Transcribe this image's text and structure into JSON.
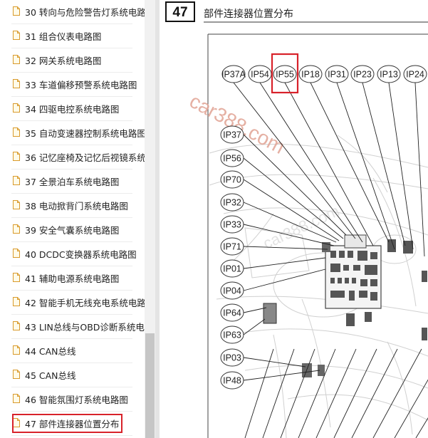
{
  "sidebar": {
    "items": [
      {
        "label": "30 转向与危险警告灯系统电路"
      },
      {
        "label": "31 组合仪表电路图"
      },
      {
        "label": "32 网关系统电路图"
      },
      {
        "label": "33 车道偏移预警系统电路图"
      },
      {
        "label": "34 四驱电控系统电路图"
      },
      {
        "label": "35 自动变速器控制系统电路图"
      },
      {
        "label": "36 记忆座椅及记忆后视镜系统"
      },
      {
        "label": "37 全景泊车系统电路图"
      },
      {
        "label": "38 电动掀背门系统电路图"
      },
      {
        "label": "39 安全气囊系统电路图"
      },
      {
        "label": "40 DCDC变换器系统电路图"
      },
      {
        "label": "41 辅助电源系统电路图"
      },
      {
        "label": "42 智能手机无线充电系统电路"
      },
      {
        "label": "43 LIN总线与OBD诊断系统电"
      },
      {
        "label": "44 CAN总线"
      },
      {
        "label": "45 CAN总线"
      },
      {
        "label": "46 智能氛围灯系统电路图"
      },
      {
        "label": "47 部件连接器位置分布"
      }
    ],
    "active_index": 17
  },
  "page": {
    "number": "47",
    "title": "部件连接器位置分布",
    "watermark": "car388.com",
    "highlighted_connector": "IP55"
  },
  "connectors": {
    "top": [
      "IP37A",
      "IP54",
      "IP55",
      "IP18",
      "IP31",
      "IP23",
      "IP13",
      "IP24"
    ],
    "left": [
      "IP37",
      "IP56",
      "IP70",
      "IP32",
      "IP33",
      "IP71",
      "IP01",
      "IP04",
      "IP64",
      "IP63",
      "IP03",
      "IP48"
    ]
  },
  "colors": {
    "highlight": "#d8222a",
    "watermark": "#e3a89a"
  }
}
